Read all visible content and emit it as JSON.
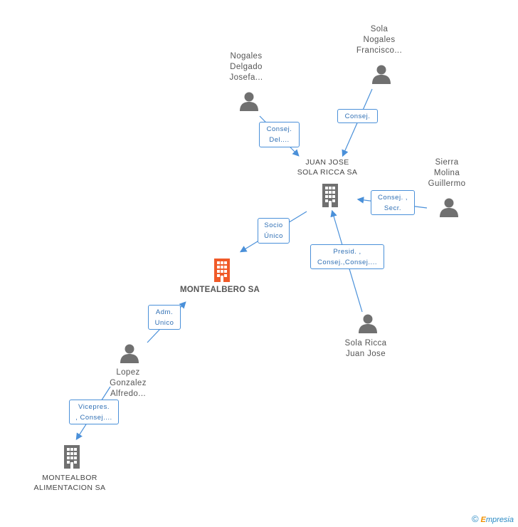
{
  "colors": {
    "edge": "#4a90d9",
    "person": "#707070",
    "company": "#707070",
    "main_company": "#f05a28"
  },
  "nodes": {
    "nogales": {
      "lines": [
        "Nogales",
        "Delgado",
        "Josefa..."
      ],
      "icon": "person-icon"
    },
    "sola_nogales": {
      "lines": [
        "Sola",
        "Nogales",
        "Francisco..."
      ],
      "icon": "person-icon"
    },
    "juan_jose_sa": {
      "lines": [
        "JUAN JOSE",
        "SOLA RICCA SA"
      ],
      "icon": "building-icon"
    },
    "sierra": {
      "lines": [
        "Sierra",
        "Molina",
        "Guillermo"
      ],
      "icon": "person-icon"
    },
    "montealbero": {
      "lines": [
        "MONTEALBERO SA"
      ],
      "icon": "building-icon"
    },
    "sola_ricca": {
      "lines": [
        "Sola Ricca",
        "Juan Jose"
      ],
      "icon": "person-icon"
    },
    "lopez": {
      "lines": [
        "Lopez",
        "Gonzalez",
        "Alfredo..."
      ],
      "icon": "person-icon"
    },
    "montealbor": {
      "lines": [
        "MONTEALBOR",
        "ALIMENTACION SA"
      ],
      "icon": "building-icon"
    }
  },
  "roles": {
    "consej_del": [
      "Consej.",
      "Del...."
    ],
    "consej": [
      "Consej."
    ],
    "consej_secr": [
      "Consej. ,",
      "Secr."
    ],
    "socio_unico": [
      "Socio",
      "Único"
    ],
    "presid": [
      "Presid. ,",
      "Consej.,Consej...."
    ],
    "adm_unico": [
      "Adm.",
      "Unico"
    ],
    "vicepres": [
      "Vicepres.",
      ", Consej...."
    ]
  },
  "footer": {
    "copyright": "©",
    "brand_first": "E",
    "brand_rest": "mpresia"
  }
}
